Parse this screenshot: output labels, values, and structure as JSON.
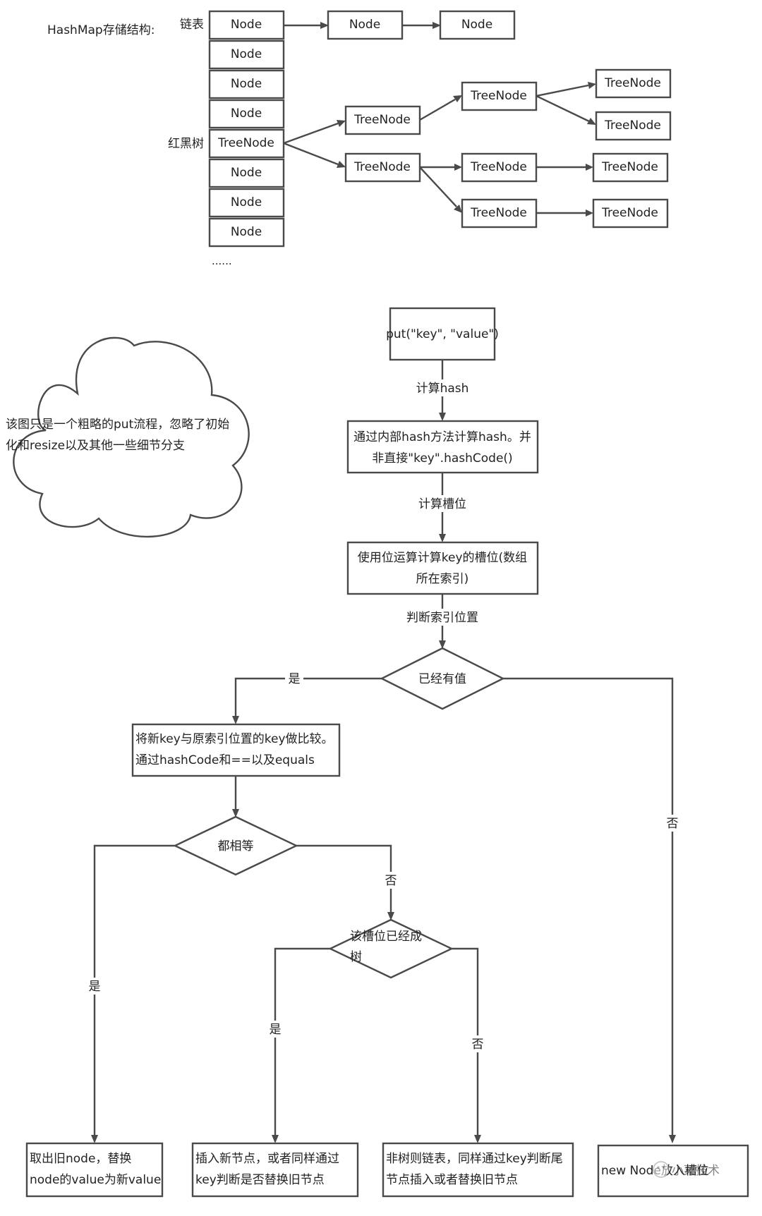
{
  "structure_section": {
    "title": "HashMap存储结构:",
    "linked_list_label": "链表",
    "red_black_tree_label": "红黑树",
    "bucket_labels": [
      "Node",
      "Node",
      "Node",
      "Node",
      "TreeNode",
      "Node",
      "Node",
      "Node"
    ],
    "ellipsis": "......",
    "list_nodes": [
      "Node",
      "Node"
    ],
    "tree": {
      "level1": [
        "TreeNode",
        "TreeNode"
      ],
      "level2": [
        "TreeNode",
        "TreeNode",
        "TreeNode"
      ],
      "level3": [
        "TreeNode",
        "TreeNode",
        "TreeNode",
        "TreeNode"
      ]
    }
  },
  "note": {
    "line1": "该图只是一个粗略的put流程，忽略了初始",
    "line2": "化和resize以及其他一些细节分支"
  },
  "flow": {
    "start": "put(\"key\", \"value\")",
    "edge_compute_hash": "计算hash",
    "compute_hash_line1": "通过内部hash方法计算hash。并",
    "compute_hash_line2": "非直接\"key\".hashCode()",
    "edge_compute_slot": "计算槽位",
    "compute_slot_line1": "使用位运算计算key的槽位(数组",
    "compute_slot_line2": "所在索引)",
    "edge_check_index": "判断索引位置",
    "decision_has_value": "已经有值",
    "yes": "是",
    "no": "否",
    "compare_line1": "将新key与原索引位置的key做比较。",
    "compare_line2": "通过hashCode和==以及equals",
    "decision_equal": "都相等",
    "decision_tree_line1": "该槽位已经成",
    "decision_tree_line2": "树",
    "result_replace_line1": "取出旧node，替换",
    "result_replace_line2": "node的value为新value",
    "result_tree_line1": "插入新节点，或者同样通过",
    "result_tree_line2": "key判断是否替换旧节点",
    "result_list_line1": "非树则链表，同样通过key判断尾",
    "result_list_line2": "节点插入或者替换旧节点",
    "result_new_node": "new Node放入槽位",
    "watermark": "小菜技术"
  }
}
